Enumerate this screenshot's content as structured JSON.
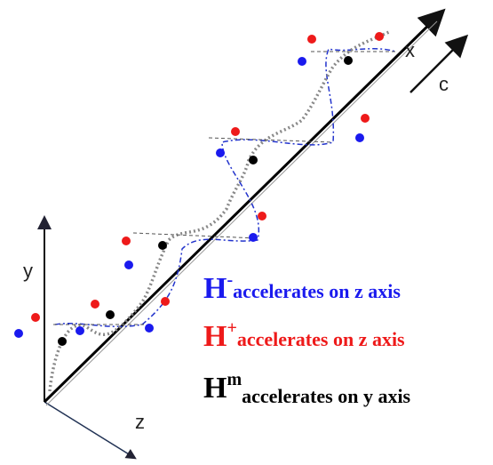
{
  "axes": {
    "x_label": "x",
    "y_label": "y",
    "z_label": "z",
    "c_label": "c"
  },
  "legend": [
    {
      "symbol": "H",
      "charge": "-",
      "text": "accelerates on z axis",
      "color": "#1a1aee"
    },
    {
      "symbol": "H",
      "charge": "+",
      "text": "accelerates on z axis",
      "color": "#ee1a1a"
    },
    {
      "symbol": "H",
      "charge": "m",
      "text": "accelerates on y axis",
      "color": "#000000"
    }
  ],
  "colors": {
    "h_minus": "#1a1aee",
    "h_plus": "#ee1a1a",
    "h_m": "#000000",
    "axis": "#000000"
  }
}
